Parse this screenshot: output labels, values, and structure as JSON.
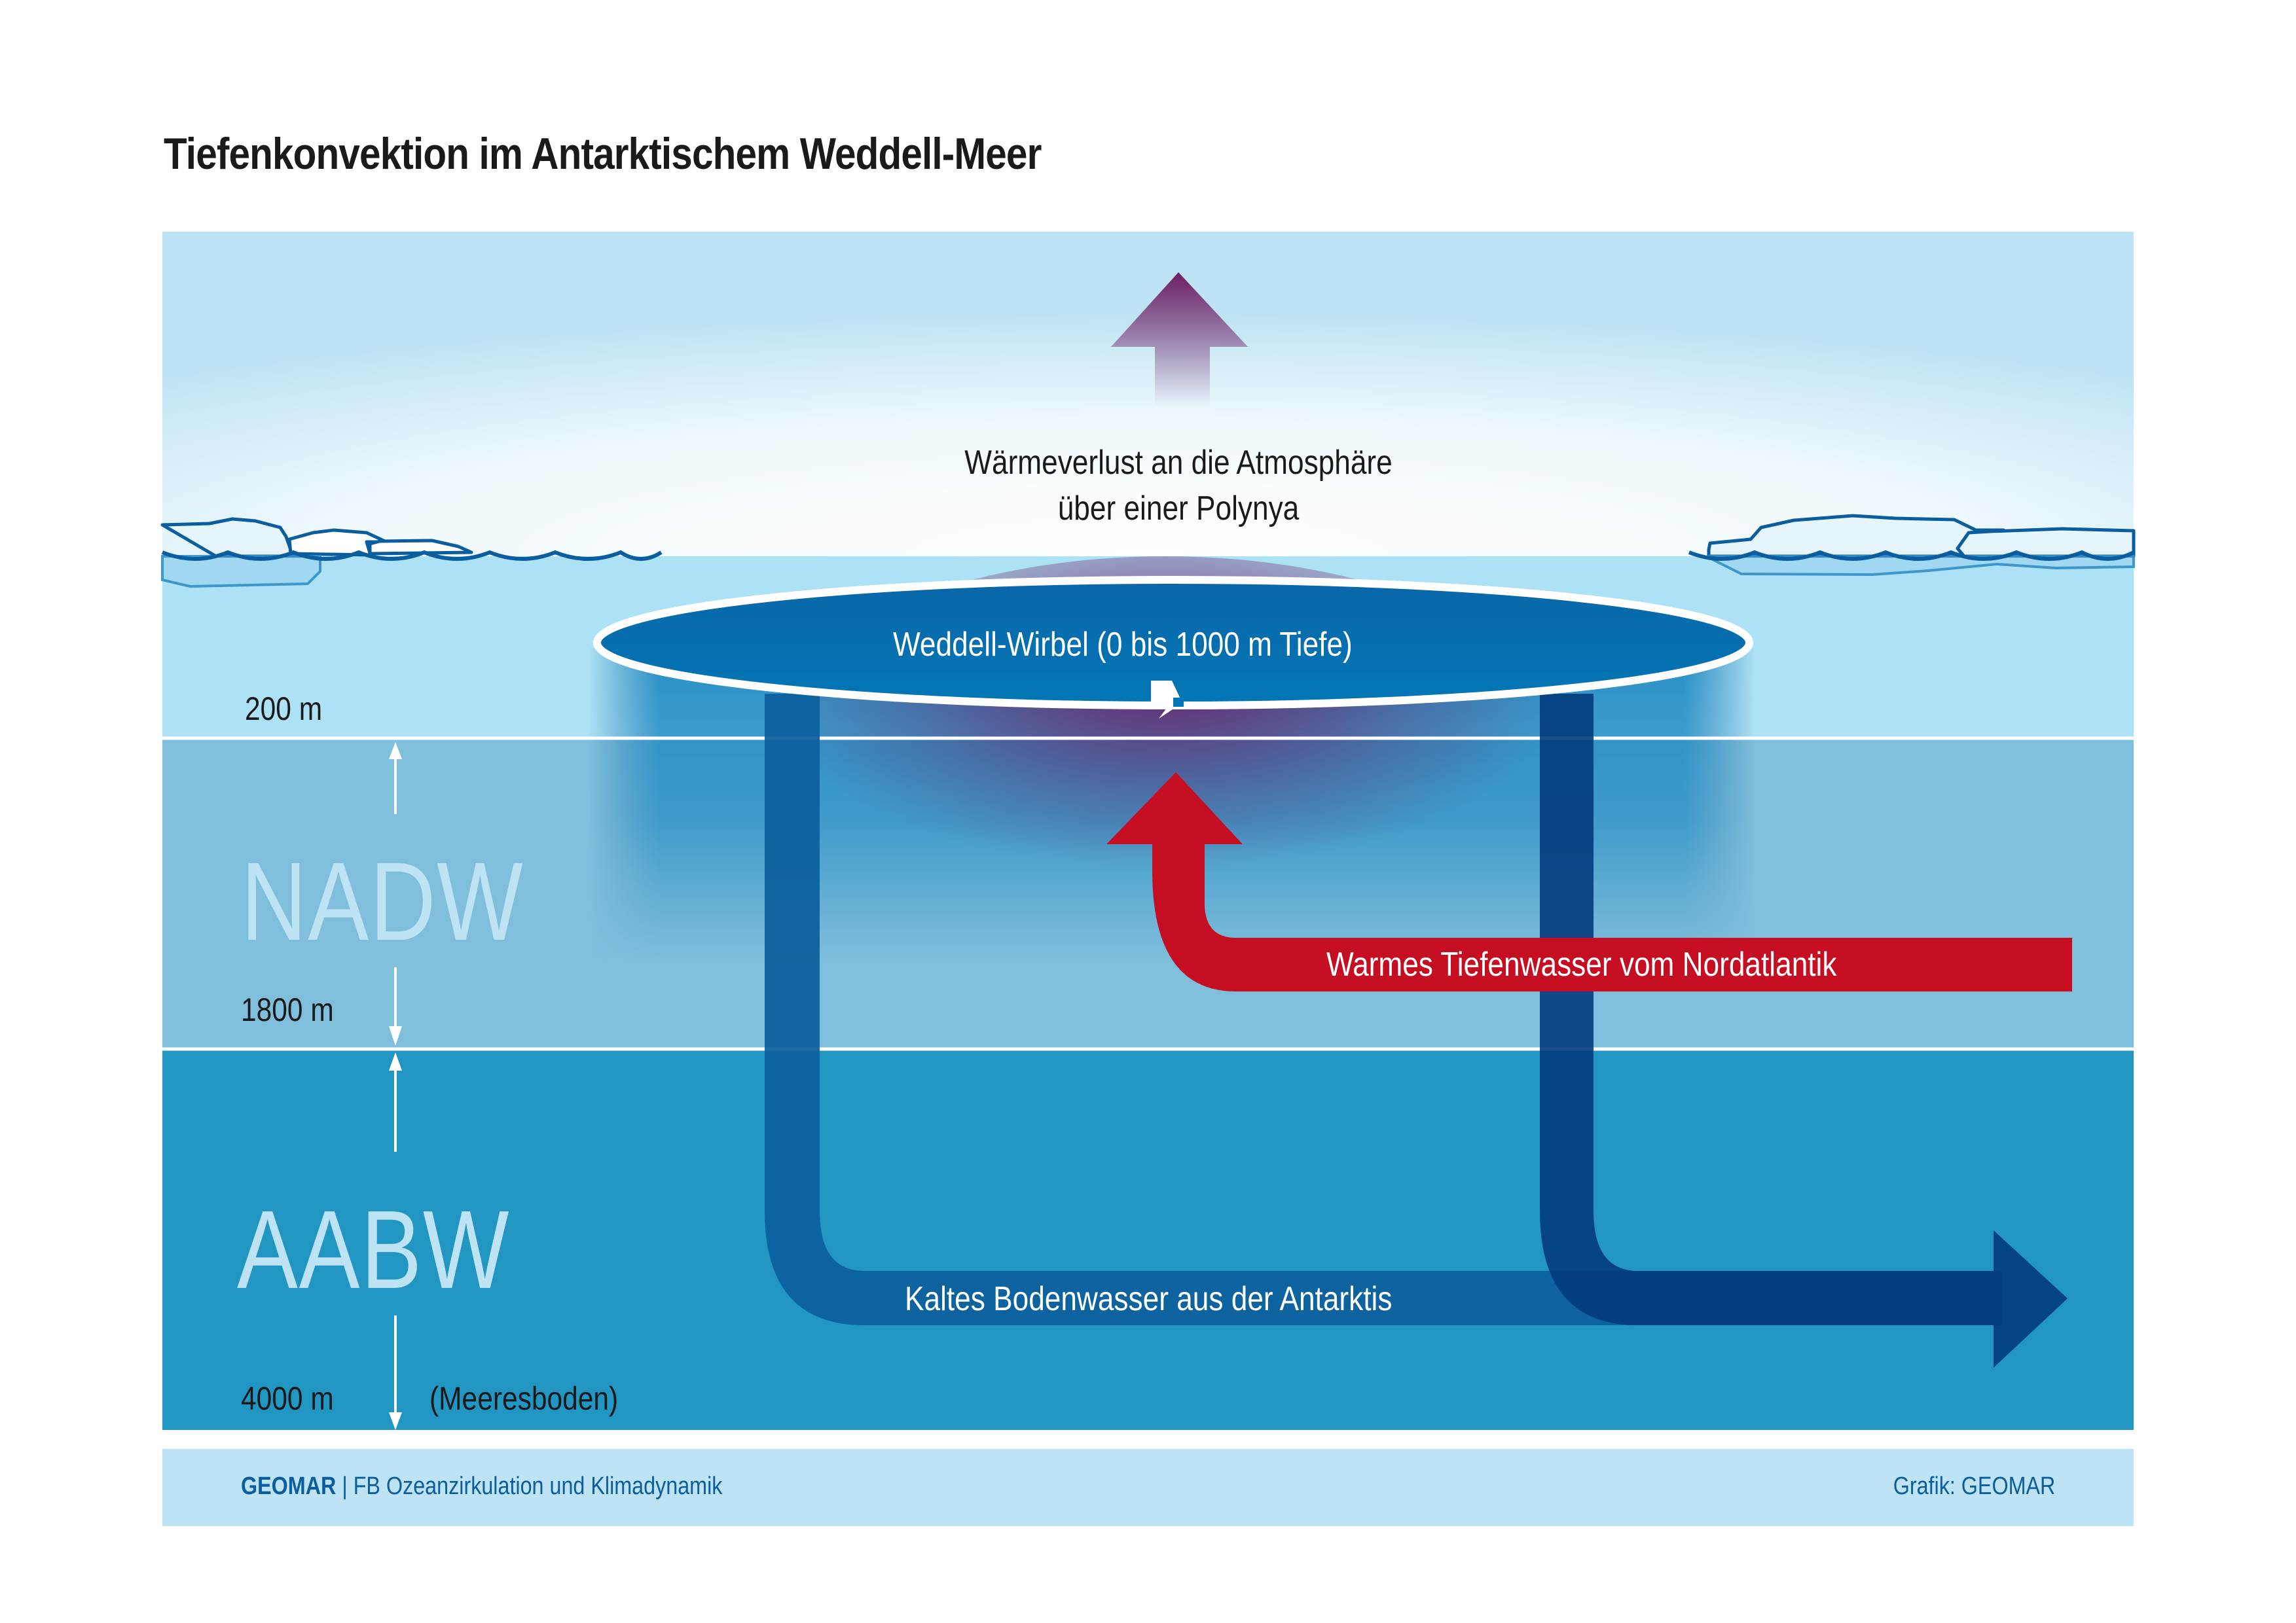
{
  "title": "Tiefenkonvektion im Antarktischem Weddell-Meer",
  "heat_loss": {
    "line1": "Wärmeverlust an die Atmosphäre",
    "line2": "über einer Polynya"
  },
  "gyre_label": "Weddell-Wirbel  (0 bis 1000 m Tiefe)",
  "depths": {
    "d200": "200 m",
    "d1800": "1800 m",
    "d4000": "4000 m",
    "seafloor": "(Meeresboden)"
  },
  "water_masses": {
    "nadw": "NADW",
    "aabw": "AABW"
  },
  "flows": {
    "warm": "Warmes Tiefenwasser vom Nordatlantik",
    "cold": "Kaltes Bodenwasser aus der Antarktis"
  },
  "footer": {
    "org": "GEOMAR",
    "separator": "|",
    "department": "FB Ozeanzirkulation und Klimadynamik",
    "credit": "Grafik: GEOMAR"
  },
  "colors": {
    "sky": "#bde3f4",
    "surface_water": "#ade1f5",
    "nadw_layer": "#80bfdc",
    "aabw_layer": "#2196c3",
    "gyre": "#0a6aaa",
    "warm_arrow": "#c50e22",
    "cold_arrow": "#0b5e9c",
    "cold_arrow_dark": "#023b7c",
    "heat_arrow": "#6e1e64"
  }
}
